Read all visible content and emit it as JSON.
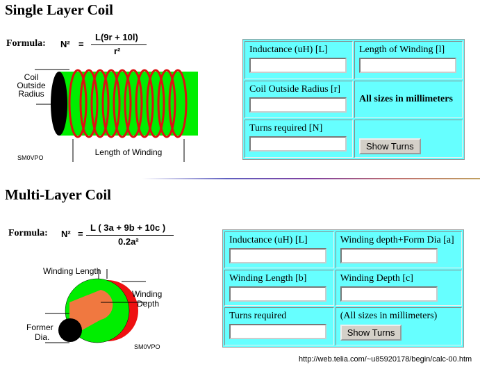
{
  "single": {
    "title": "Single Layer Coil",
    "formula_label": "Formula:",
    "formula_lhs": "N²",
    "formula_eq": "=",
    "formula_num": "L(9r + 10l)",
    "formula_den": "r²",
    "diagram": {
      "radius_label": [
        "Coil",
        "Outside",
        "Radius"
      ],
      "length_label": "Length of Winding",
      "credit": "SM0VPO"
    },
    "form": {
      "inductance_label": "Inductance (uH) [L]",
      "length_label": "Length of Winding [l]",
      "radius_label": "Coil Outside Radius [r]",
      "note": "All sizes in millimeters",
      "turns_label": "Turns required [N]",
      "button": "Show Turns",
      "inductance": "",
      "length": "",
      "radius": "",
      "turns": ""
    }
  },
  "multi": {
    "title": "Multi-Layer Coil",
    "formula_label": "Formula:",
    "formula_lhs": "N²",
    "formula_eq": "=",
    "formula_num": "L ( 3a + 9b + 10c )",
    "formula_den": "0.2a²",
    "diagram": {
      "winding_length": "Winding Length",
      "winding_depth": [
        "Winding",
        "Depth"
      ],
      "former": [
        "Former",
        "Dia."
      ],
      "credit": "SM0VPO"
    },
    "form": {
      "inductance_label": "Inductance (uH) [L]",
      "a_label": "Winding depth+Form Dia [a]",
      "b_label": "Winding Length [b]",
      "c_label": "Winding Depth [c]",
      "turns_label": "Turns required",
      "note": "(All sizes in millimeters)",
      "button": "Show Turns",
      "inductance": "",
      "a": "",
      "b": "",
      "c": "",
      "turns": ""
    }
  },
  "status_url": "http://web.telia.com/~u85920178/begin/calc-00.htm"
}
